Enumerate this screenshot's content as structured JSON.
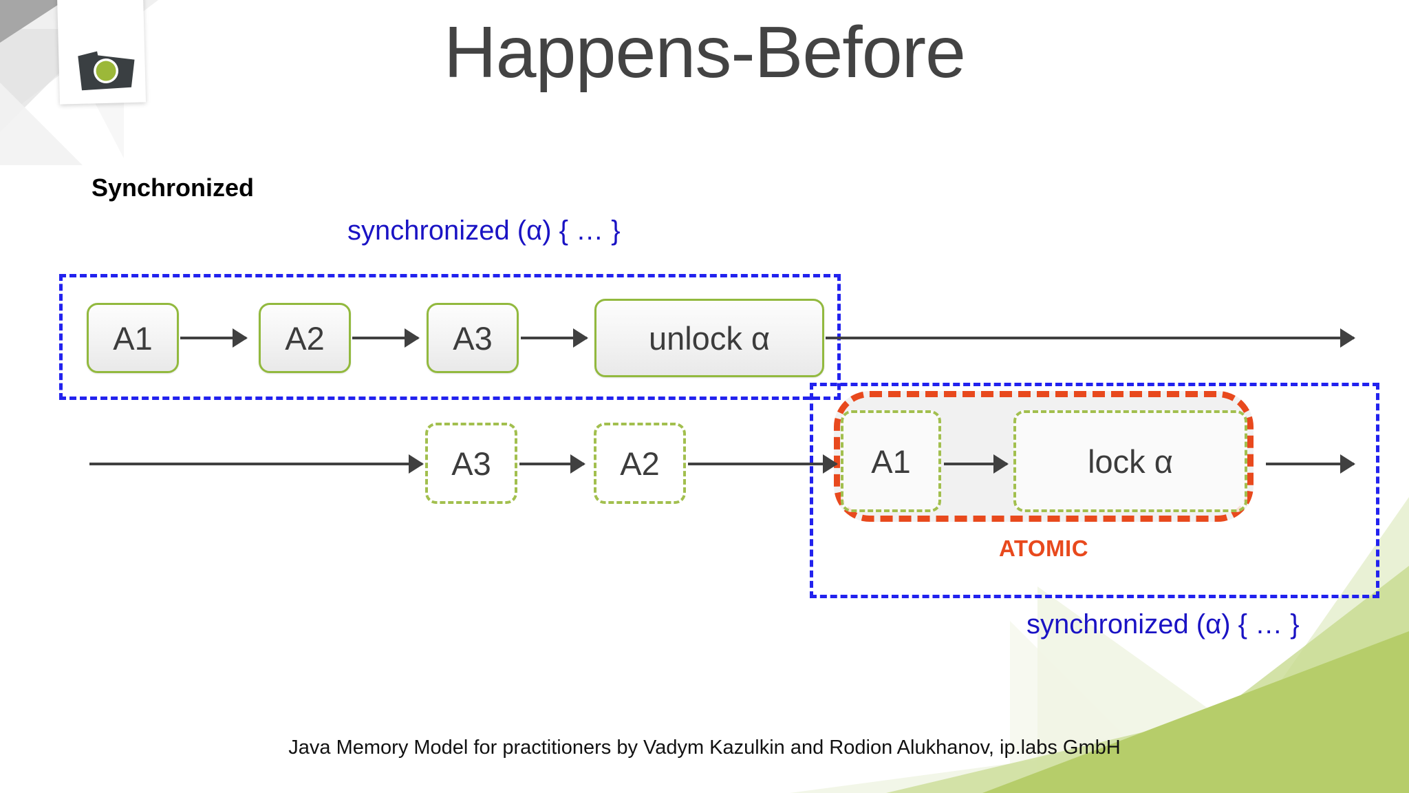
{
  "slide": {
    "title": "Happens-Before",
    "sub_heading": "Synchronized",
    "footer": "Java Memory Model for practitioners by Vadym Kazulkin and Rodion Alukhanov, ip.labs GmbH"
  },
  "labels": {
    "code_top": "synchronized (α) { … }",
    "code_bottom": "synchronized (α) { … }",
    "atomic": "ATOMIC"
  },
  "colors": {
    "title": "#434343",
    "code_blue": "#1a13c4",
    "region_blue": "#2222ee",
    "atomic_orange": "#e8491d",
    "node_green": "#92b93e",
    "node_green_dashed": "#a2bf4e",
    "arrow_gray": "#404040",
    "accent_green": "#b6cd6a"
  },
  "diagram": {
    "thread_top": {
      "nodes": [
        {
          "label": "A1",
          "style": "solid"
        },
        {
          "label": "A2",
          "style": "solid"
        },
        {
          "label": "A3",
          "style": "solid"
        },
        {
          "label": "unlock α",
          "style": "solid"
        }
      ]
    },
    "thread_bottom": {
      "nodes": [
        {
          "label": "A3",
          "style": "dashed"
        },
        {
          "label": "A2",
          "style": "dashed"
        },
        {
          "label": "A1",
          "style": "dashed"
        },
        {
          "label": "lock α",
          "style": "dashed"
        }
      ]
    },
    "regions": [
      {
        "name": "synchronized-block-top",
        "label": "synchronized (α) { … }"
      },
      {
        "name": "synchronized-block-bottom",
        "label": "synchronized (α) { … }"
      },
      {
        "name": "atomic-block",
        "label": "ATOMIC"
      }
    ]
  },
  "logo": {
    "name": "ip-labs-camera-logo",
    "lens_color": "#9cb839",
    "body_color": "#3a3f42"
  }
}
